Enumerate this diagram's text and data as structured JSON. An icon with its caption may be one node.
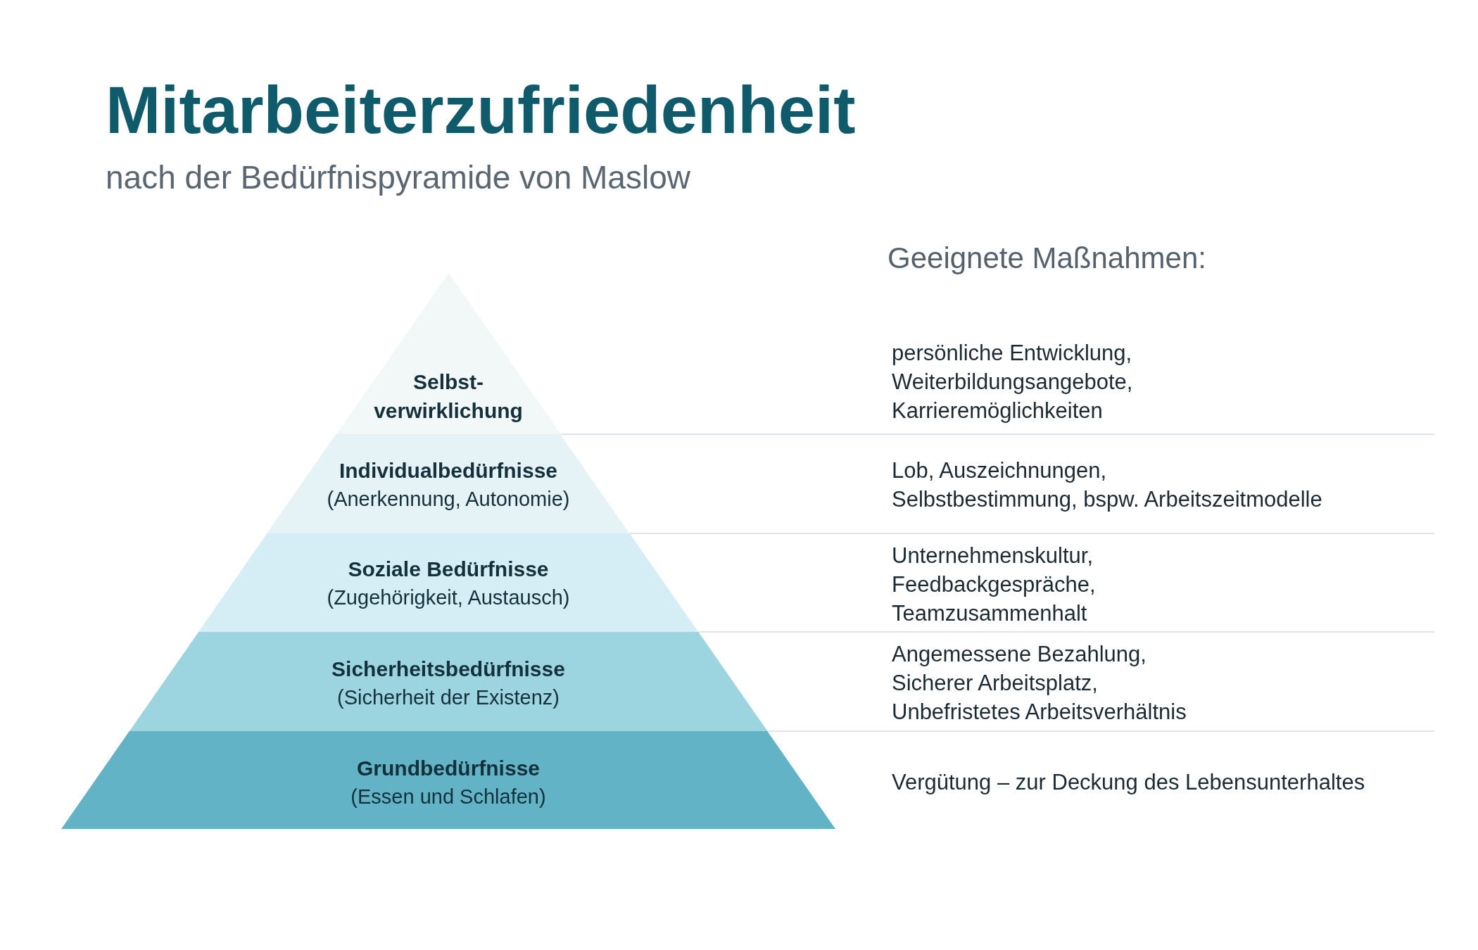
{
  "diagram": {
    "title": "Mitarbeiterzufriedenheit",
    "nodes": [
      {
        "text": [
          "Selbst- verwirklichung"
        ]
      },
      {
        "text": [
          "Individualbedürfnisse",
          "(Anerkennung, Autonomie)"
        ]
      },
      {
        "text": [
          "Soziale Bedürfnisse",
          "(Zugehörigkeit, Austausch)"
        ]
      },
      {
        "text": [
          "Sicherheitsbedürfnisse",
          "(Sicherheit der Existenz)"
        ]
      },
      {
        "text": [
          "Grundbedürfnisse",
          "(Essen und Schlafen)"
        ]
      }
    ],
    "labels": [
      "nach der Bedürfnispyramide von Maslow",
      "Geeignete Maßnahmen:",
      "persönliche Entwicklung, Weiterbildungsangebote, Karrieremöglichkeiten",
      "Lob, Auszeichnungen, Selbstbestimmung, bspw. Arbeitszeitmodelle",
      "Unternehmenskultur, Feedbackgespräche, Teamzusammenhalt",
      "Angemessene Bezahlung, Sicherer Arbeitsplatz, Unbefristetes Arbeitsverhältnis",
      "Vergütung – zur Deckung des Lebensunterhaltes"
    ]
  }
}
